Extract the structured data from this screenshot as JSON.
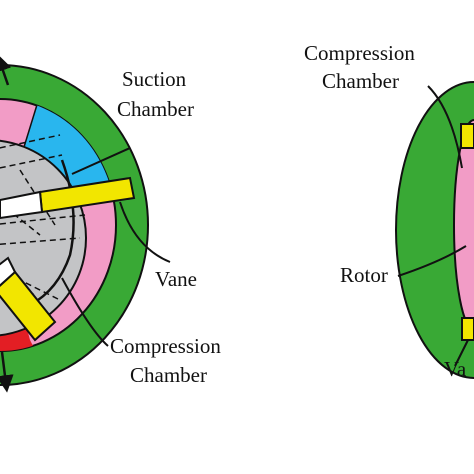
{
  "labels": {
    "suction_line1": "Suction",
    "suction_line2": "Chamber",
    "vane_left": "Vane",
    "compression_left_line1": "Compression",
    "compression_left_line2": "Chamber",
    "compression_right_line1": "Compression",
    "compression_right_line2": "Chamber",
    "rotor": "Rotor",
    "vane_right_partial": "Va"
  },
  "colors": {
    "stator": "#39a935",
    "suction_chamber": "#29b6ee",
    "compression_chamber": "#f29cc6",
    "rotor": "#c3c4c6",
    "vane": "#f2e600",
    "discharge": "#e31e24",
    "outline": "#111111"
  }
}
